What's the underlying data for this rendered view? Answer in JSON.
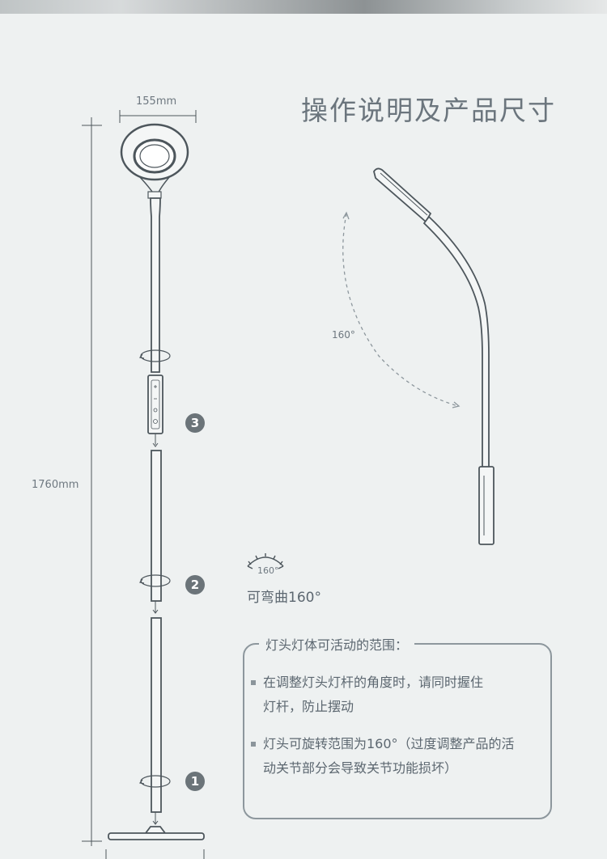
{
  "title": "操作说明及产品尺寸",
  "dimensions": {
    "head_width": "155mm",
    "total_height": "1760mm"
  },
  "bend": {
    "angle_label": "160°",
    "gauge_label": "160°",
    "caption": "可弯曲160°"
  },
  "steps": [
    "3",
    "2",
    "1"
  ],
  "control_panel_icons": [
    "plus-icon",
    "minus-icon",
    "mode-icon",
    "power-icon"
  ],
  "notes": {
    "heading": "灯头灯体可活动的范围：",
    "items": [
      {
        "lines": [
          "在调整灯头灯杆的角度时，请同时握住",
          "灯杆，防止摆动"
        ]
      },
      {
        "lines": [
          "灯头可旋转范围为160°（过度调整产品的活",
          "动关节部分会导致关节功能损坏）"
        ]
      }
    ]
  },
  "colors": {
    "background": "#eef1f1",
    "line": "#4d565c",
    "text": "#5c6770",
    "badge": "#6b7479"
  }
}
